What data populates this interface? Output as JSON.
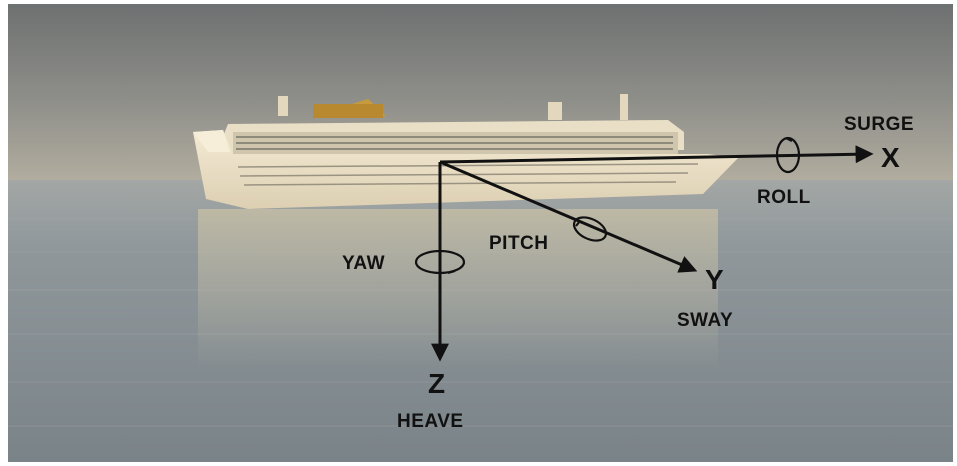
{
  "diagram": {
    "axes": [
      {
        "axis": "X",
        "motion": "SURGE",
        "rotation": "ROLL"
      },
      {
        "axis": "Y",
        "motion": "SWAY",
        "rotation": "PITCH"
      },
      {
        "axis": "Z",
        "motion": "HEAVE",
        "rotation": "YAW"
      }
    ]
  },
  "colors": {
    "sky_top": "#6f7272",
    "sky_horizon": "#b1ada0",
    "sea_far": "#9aa0a2",
    "sea_near": "#7d8589",
    "ship_hull": "#f1e7cf",
    "ship_accent": "#c49a3c",
    "arrow": "#111111"
  }
}
